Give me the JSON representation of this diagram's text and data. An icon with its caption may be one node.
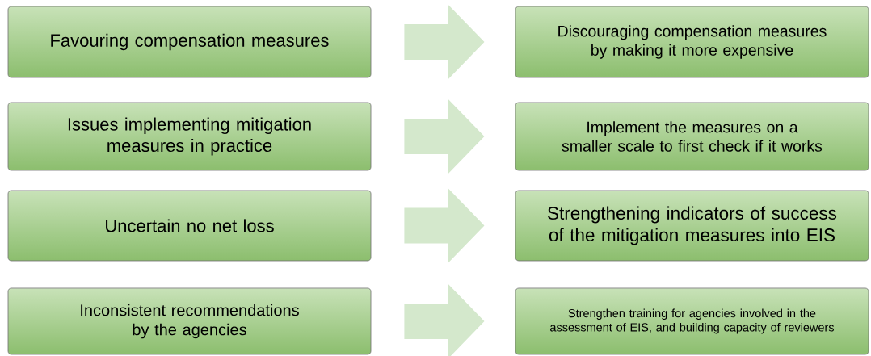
{
  "diagram": {
    "nodes": [
      {
        "text": [
          "Favouring compensation measures"
        ]
      },
      {
        "text": [
          "Discouraging compensation measures by making it more expensive"
        ]
      },
      {
        "text": [
          "Issues implementing mitigation measures in practice"
        ]
      },
      {
        "text": [
          "Implement the measures on a smaller scale to first check if it works"
        ]
      },
      {
        "text": [
          "Uncertain no net loss"
        ]
      },
      {
        "text": [
          "Strengthening indicators of success of the mitigation measures into EIS"
        ]
      },
      {
        "text": [
          "Inconsistent recommendations by the agencies"
        ]
      },
      {
        "text": [
          "Strengthen training for agencies involved in the assessment of EIS, and building capacity of reviewers"
        ]
      }
    ],
    "edges": [
      {
        "from": 0,
        "to": 1,
        "arrow": "to"
      },
      {
        "from": 2,
        "to": 3,
        "arrow": "to"
      },
      {
        "from": 4,
        "to": 5,
        "arrow": "to"
      },
      {
        "from": 6,
        "to": 7,
        "arrow": "to"
      }
    ]
  }
}
